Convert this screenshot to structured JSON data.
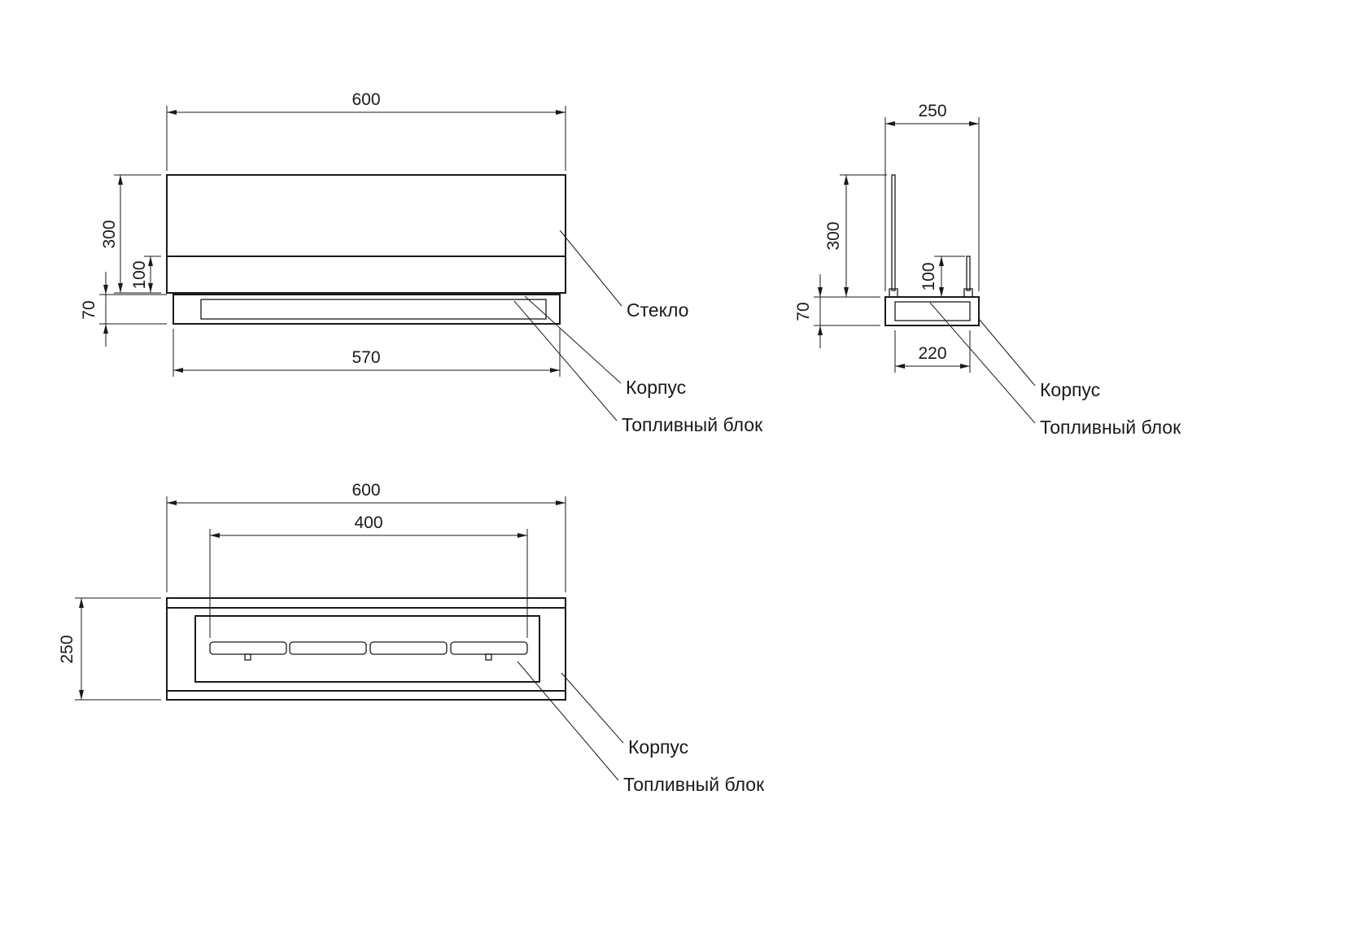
{
  "drawing": {
    "background": "#ffffff",
    "line_color": "#1a1a1a"
  },
  "front_view": {
    "dims": {
      "overall_width": "600",
      "overall_height": "300",
      "glass_lip_height": "100",
      "base_height": "70",
      "base_width": "570"
    },
    "callouts": {
      "glass": "Стекло",
      "body": "Корпус",
      "fuel_block": "Топливный блок"
    }
  },
  "side_view": {
    "dims": {
      "overall_depth": "250",
      "glass_height": "300",
      "inner_glass_height": "100",
      "base_height": "70",
      "base_depth": "220"
    },
    "callouts": {
      "body": "Корпус",
      "fuel_block": "Топливный блок"
    }
  },
  "top_view": {
    "dims": {
      "overall_width": "600",
      "burner_width": "400",
      "overall_depth": "250"
    },
    "callouts": {
      "body": "Корпус",
      "fuel_block": "Топливный блок"
    }
  }
}
